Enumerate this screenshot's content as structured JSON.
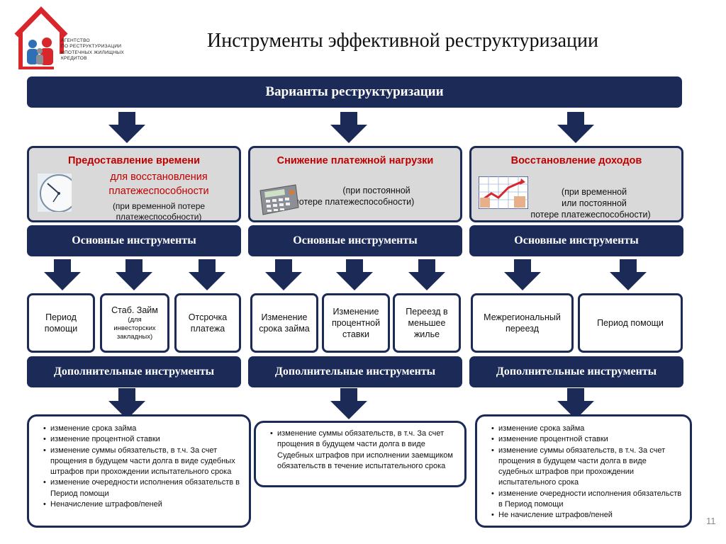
{
  "logo": {
    "lines": [
      "АГЕНТСТВО",
      "ПО РЕСТРУКТУРИЗАЦИИ",
      "ИПОТЕЧНЫХ ЖИЛИЩНЫХ",
      "КРЕДИТОВ"
    ]
  },
  "title": "Инструменты эффективной  реструктуризации",
  "top_bar": "Варианты реструктуризации",
  "variants": [
    {
      "heading": "Предоставление времени",
      "sub_red_1": "для восстановления",
      "sub_red_2": "платежеспособности",
      "note_1": "(при временной потере",
      "note_2": "платежеспособности)"
    },
    {
      "heading": "Снижение платежной нагрузки",
      "note_1": "(при постоянной",
      "note_2": "потере платежеспособности)"
    },
    {
      "heading": "Восстановление доходов",
      "note_1": "(при временной",
      "note_2": "или постоянной",
      "note_3": "потере платежеспособности)"
    }
  ],
  "main_tools_label": "Основные инструменты",
  "extra_tools_label": "Дополнительные инструменты",
  "tools": [
    {
      "line1": "Период",
      "line2": "помощи"
    },
    {
      "line1": "Стаб. Займ",
      "small1": "(для",
      "small2": "инвесторских",
      "small3": "закладных)"
    },
    {
      "line1": "Отсрочка",
      "line2": "платежа"
    },
    {
      "line1": "Изменение",
      "line2": "срока займа"
    },
    {
      "line1": "Изменение",
      "line2": "процентной",
      "line3": "ставки"
    },
    {
      "line1": "Переезд в",
      "line2": "меньшее",
      "line3": "жилье"
    },
    {
      "line1": "Межрегиональный",
      "line2": "переезд"
    },
    {
      "line1": "Период помощи"
    }
  ],
  "extra_lists": [
    [
      "изменение срока займа",
      "изменение процентной ставки",
      "изменение суммы обязательств, в т.ч. За счет прощения в будущем части долга в виде судебных штрафов при прохождении испытательного срока",
      "изменение очередности исполнения обязательств в Период помощи",
      "Неначисление штрафов/пеней"
    ],
    [
      "изменение суммы обязательств, в т.ч. За счет прощения в будущем части долга в виде Судебных штрафов при исполнении заемщиком обязательств  в течение испытательного срока"
    ],
    [
      "изменение срока займа",
      "изменение процентной ставки",
      "изменение суммы обязательств, в т.ч. За счет прощения в будущем части долга в виде судебных штрафов при прохождении испытательного срока",
      "изменение очередности исполнения обязательств в Период помощи",
      "Не начисление штрафов/пеней"
    ]
  ],
  "page_number": "11",
  "colors": {
    "navy": "#1b2a57",
    "red": "#c00000",
    "gray_panel": "#d9d9d9",
    "logo_red": "#d8262b",
    "logo_blue": "#2e6fb6"
  }
}
